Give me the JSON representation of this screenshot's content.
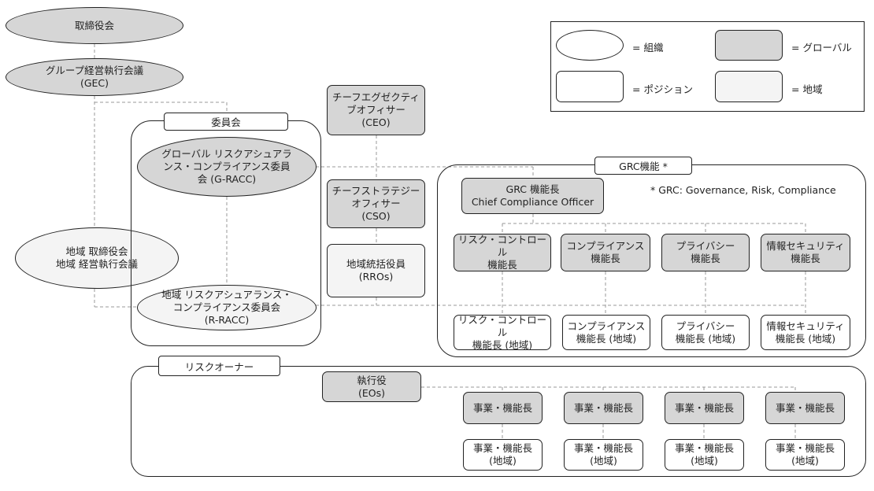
{
  "legend": {
    "org_label": "= 組織",
    "global_label": "= グローバル",
    "position_label": "= ポジション",
    "regional_label": "= 地域"
  },
  "nodes": {
    "board": "取締役会",
    "gec": "グループ経営執行会議\n(GEC)",
    "committee_label": "委員会",
    "g_racc": "グローバル リスクアシュアラ\nンス・コンプライアンス委員\n会 (G-RACC)",
    "regional_board": "地域 取締役会\n地域 経営執行会議",
    "r_racc": "地域 リスクアシュアランス・\nコンプライアンス委員会\n(R-RACC)",
    "ceo": "チーフエグゼクティ\nブオフィサー\n(CEO)",
    "cso": "チーフストラテジー\nオフィサー\n(CSO)",
    "rro": "地域統括役員\n(RROs)",
    "grc_label": "GRC機能 *",
    "grc_note": "* GRC: Governance, Risk, Compliance",
    "cco": "GRC 機能長\nChief Compliance Officer",
    "risk_head": "リスク・コントロール\n機能長",
    "compliance_head": "コンプライアンス\n機能長",
    "privacy_head": "プライバシー\n機能長",
    "infosec_head": "情報セキュリティ\n機能長",
    "risk_regional": "リスク・コントロール\n機能長 (地域)",
    "compliance_regional": "コンプライアンス\n機能長 (地域)",
    "privacy_regional": "プライバシー\n機能長 (地域)",
    "infosec_regional": "情報セキュリティ\n機能長 (地域)",
    "risk_owner_label": "リスクオーナー",
    "eo": "執行役\n(EOs)",
    "biz_head": "事業・機能長",
    "biz_head_regional": "事業・機能長\n(地域)"
  }
}
